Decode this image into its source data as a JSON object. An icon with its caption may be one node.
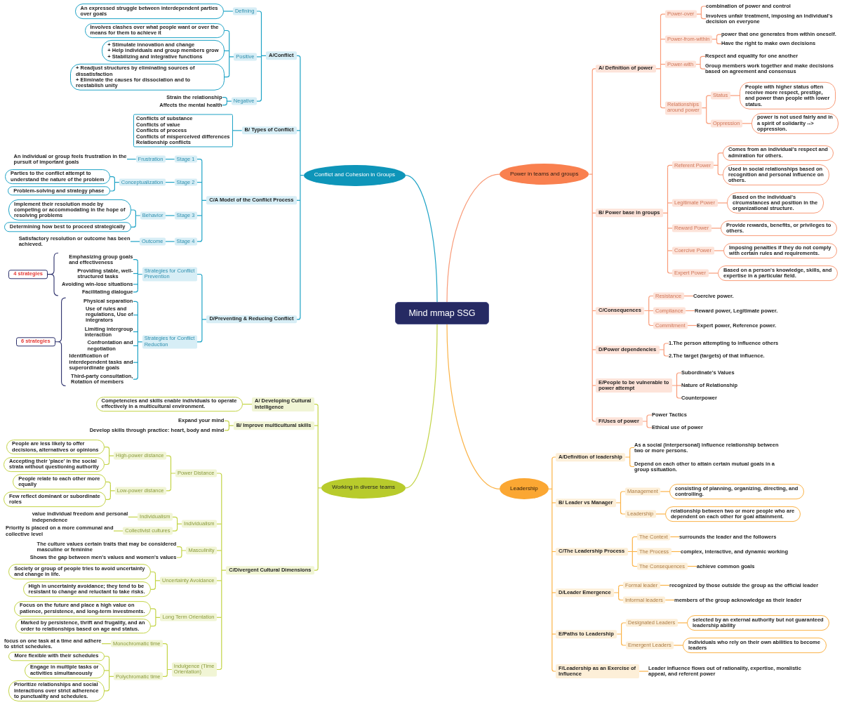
{
  "diagram": {
    "nodes": [
      {
        "text": [
          "Mind mmap SSG"
        ]
      },
      {
        "text": [
          "Conflict and Cohesion in Groups"
        ]
      },
      {
        "text": [
          "A/Conflict"
        ]
      },
      {
        "text": [
          "Defining"
        ]
      },
      {
        "text": [
          "An expressed struggle between interdependent parties over goals"
        ]
      },
      {
        "text": [
          "Positive"
        ]
      },
      {
        "text": [
          "Involves clashes over what people want or over the means for them to achieve it"
        ]
      },
      {
        "text": [
          "+ Stimulate innovation and change",
          "+ Help individuals and group members grow",
          "+ Stabilizing and integrative functions"
        ]
      },
      {
        "text": [
          "+ Readjust structures by eliminating sources of dissatisfaction",
          "+ Eliminate the causes for dissociation and to reestablish unity"
        ]
      },
      {
        "text": [
          "Negative"
        ]
      },
      {
        "text": [
          "Strain the relationship"
        ]
      },
      {
        "text": [
          "Affects the mental health"
        ]
      },
      {
        "text": [
          "B/ Types of Conflict"
        ]
      },
      {
        "text": [
          "Conflicts of substance",
          "Conflicts of value",
          "Conflicts of process",
          "Conflicts of misperceived differences",
          "Relationship conflicts"
        ]
      },
      {
        "text": [
          "C/A Model of the Conflict Process"
        ]
      },
      {
        "text": [
          "Stage 1"
        ]
      },
      {
        "text": [
          "Frustration"
        ]
      },
      {
        "text": [
          "An individual or group feels frustration in the pursuit of important goals"
        ]
      },
      {
        "text": [
          "Stage 2"
        ]
      },
      {
        "text": [
          "Conceptualization"
        ]
      },
      {
        "text": [
          "Parties to the conflict attempt to understand the nature of the problem"
        ]
      },
      {
        "text": [
          "Problem-solving and strategy phase"
        ]
      },
      {
        "text": [
          "Stage 3"
        ]
      },
      {
        "text": [
          "Behavior"
        ]
      },
      {
        "text": [
          "Implement their resolution mode by competing or accommodating in the hope of resolving problems"
        ]
      },
      {
        "text": [
          "Determining how best to proceed strategically"
        ]
      },
      {
        "text": [
          "Stage 4"
        ]
      },
      {
        "text": [
          "Outcome"
        ]
      },
      {
        "text": [
          "Satisfactory resolution or outcome has been achieved."
        ]
      },
      {
        "text": [
          "D/Preventing & Reducing Conflict"
        ]
      },
      {
        "text": [
          "Strategies for Conflict Prevention"
        ]
      },
      {
        "text": [
          "Emphasizing group goals and effectiveness"
        ]
      },
      {
        "text": [
          "Providing stable, well-structured tasks"
        ]
      },
      {
        "text": [
          "Avoiding win-lose situations"
        ]
      },
      {
        "text": [
          "Facilitating dialogue"
        ]
      },
      {
        "text": [
          "Strategies for Conflict Reduction"
        ]
      },
      {
        "text": [
          "Physical separation"
        ]
      },
      {
        "text": [
          "Use of rules and regulations, Use of integrators"
        ]
      },
      {
        "text": [
          "Limiting intergroup interaction"
        ]
      },
      {
        "text": [
          "Confrontation and negotiation"
        ]
      },
      {
        "text": [
          "Identification of interdependent tasks and superordinate goals"
        ]
      },
      {
        "text": [
          "Third-party consultation, Rotation of members"
        ]
      },
      {
        "text": [
          "4 strategies"
        ]
      },
      {
        "text": [
          "6 strategies"
        ]
      },
      {
        "text": [
          "Power in teams and groups"
        ]
      },
      {
        "text": [
          "A/ Definition of power"
        ]
      },
      {
        "text": [
          "Power-over"
        ]
      },
      {
        "text": [
          "combination of power and control"
        ]
      },
      {
        "text": [
          "Involves unfair treatment, imposing an individual's decision on everyone"
        ]
      },
      {
        "text": [
          "Power-from-within"
        ]
      },
      {
        "text": [
          "power that one generates from within oneself."
        ]
      },
      {
        "text": [
          "Have the right to make own decisions"
        ]
      },
      {
        "text": [
          "Power-with"
        ]
      },
      {
        "text": [
          "Respect and equality for one another"
        ]
      },
      {
        "text": [
          "Group members work together and make decisions based on agreement and consensus"
        ]
      },
      {
        "text": [
          "Relationships around power"
        ]
      },
      {
        "text": [
          "Status"
        ]
      },
      {
        "text": [
          "People with higher status often receive more respect, prestige, and power than people with lower status."
        ]
      },
      {
        "text": [
          "Oppression"
        ]
      },
      {
        "text": [
          "power is not used fairly and in a spirit of solidarity --> oppression."
        ]
      },
      {
        "text": [
          "B/ Power base in groups"
        ]
      },
      {
        "text": [
          "Referent Power"
        ]
      },
      {
        "text": [
          "Comes from an individual's respect and admiration for others."
        ]
      },
      {
        "text": [
          "Used in social relationships based on recognition and personal influence on others."
        ]
      },
      {
        "text": [
          "Legitimate Power"
        ]
      },
      {
        "text": [
          "Based on the individual's circumstances and position in the organizational structure."
        ]
      },
      {
        "text": [
          "Reward Power"
        ]
      },
      {
        "text": [
          "Provide rewards, benefits, or privileges to others."
        ]
      },
      {
        "text": [
          "Coercive Power"
        ]
      },
      {
        "text": [
          "Imposing penalties if they do not comply with certain rules and requirements."
        ]
      },
      {
        "text": [
          "Expert Power"
        ]
      },
      {
        "text": [
          "Based on a person's knowledge, skills, and expertise in a particular field."
        ]
      },
      {
        "text": [
          "C/Consequences"
        ]
      },
      {
        "text": [
          "Resistance"
        ]
      },
      {
        "text": [
          "Coercive power."
        ]
      },
      {
        "text": [
          "Compliance"
        ]
      },
      {
        "text": [
          "Reward power, Legitimate power."
        ]
      },
      {
        "text": [
          "Commitment"
        ]
      },
      {
        "text": [
          "Expert power, Reference power."
        ]
      },
      {
        "text": [
          "D/Power dependencies"
        ]
      },
      {
        "text": [
          "1.The person attempting to influence others"
        ]
      },
      {
        "text": [
          "2.The target (targets) of that influence."
        ]
      },
      {
        "text": [
          "E/People to be vulnerable to power attempt"
        ]
      },
      {
        "text": [
          "Subordinate's Values"
        ]
      },
      {
        "text": [
          "Nature of Relationship"
        ]
      },
      {
        "text": [
          "Counterpower"
        ]
      },
      {
        "text": [
          "F/Uses of power"
        ]
      },
      {
        "text": [
          "Power Tactics"
        ]
      },
      {
        "text": [
          "Ethical use of power"
        ]
      },
      {
        "text": [
          "Leadership"
        ]
      },
      {
        "text": [
          "A/Definition of leadership"
        ]
      },
      {
        "text": [
          "As a social (interpersonal) influence relationship between two or more persons."
        ]
      },
      {
        "text": [
          "Depend on each other to attain certain mutual goals in a group ssituation."
        ]
      },
      {
        "text": [
          "B/ Leader vs Manager"
        ]
      },
      {
        "text": [
          "Management"
        ]
      },
      {
        "text": [
          "consisting of planning, organizing, directing, and controlling."
        ]
      },
      {
        "text": [
          "Leadership"
        ]
      },
      {
        "text": [
          "relationship between two or more people who are dependent on each other for goal attainment."
        ]
      },
      {
        "text": [
          "C/The Leadership Process"
        ]
      },
      {
        "text": [
          "The Context"
        ]
      },
      {
        "text": [
          "surrounds the leader and the followers"
        ]
      },
      {
        "text": [
          "The Process"
        ]
      },
      {
        "text": [
          "complex, interactive, and dynamic working"
        ]
      },
      {
        "text": [
          "The Consequences"
        ]
      },
      {
        "text": [
          "achieve common goals"
        ]
      },
      {
        "text": [
          "D/Leader Emergence"
        ]
      },
      {
        "text": [
          "Formal leader"
        ]
      },
      {
        "text": [
          "recognized by those outside the group as the official leader"
        ]
      },
      {
        "text": [
          "Informal leaders"
        ]
      },
      {
        "text": [
          "members of the group acknowledge as their leader"
        ]
      },
      {
        "text": [
          "E/Paths to Leadership"
        ]
      },
      {
        "text": [
          "Designated Leaders"
        ]
      },
      {
        "text": [
          "selected by an external authority but not guaranteed leadership ability"
        ]
      },
      {
        "text": [
          "Emergent Leaders"
        ]
      },
      {
        "text": [
          "Individuals who rely on their own abilities to become leaders"
        ]
      },
      {
        "text": [
          "F/Leadership as an Exercise of Influence"
        ]
      },
      {
        "text": [
          "Leader influence flows out of rationality, expertise, moralistic appeal, and referent power"
        ]
      },
      {
        "text": [
          "Working in diverse teams"
        ]
      },
      {
        "text": [
          "A/ Developing Cultural Intelligence"
        ]
      },
      {
        "text": [
          "Competencies and skills enable individuals to operate effectively in a multicultural environment."
        ]
      },
      {
        "text": [
          "B/ Improve multicultural skills"
        ]
      },
      {
        "text": [
          "Expand your mind"
        ]
      },
      {
        "text": [
          "Develop skills through practice: heart, body and mind"
        ]
      },
      {
        "text": [
          "C/Divergent Cultural Dimensions"
        ]
      },
      {
        "text": [
          "Power Distance"
        ]
      },
      {
        "text": [
          "High-power distance"
        ]
      },
      {
        "text": [
          "People are less likely to offer decisions, alternatives or opinions"
        ]
      },
      {
        "text": [
          "Accepting their 'place' in the social strata without questioning authority"
        ]
      },
      {
        "text": [
          "Low-power distance"
        ]
      },
      {
        "text": [
          "People relate to each other more equally"
        ]
      },
      {
        "text": [
          "Few reflect dominant or subordinate roles"
        ]
      },
      {
        "text": [
          "Individualism"
        ]
      },
      {
        "text": [
          "Individualism"
        ]
      },
      {
        "text": [
          "value individual freedom and personal independence"
        ]
      },
      {
        "text": [
          "Collectivist cultures"
        ]
      },
      {
        "text": [
          "Priority is placed on a more communal and collective level"
        ]
      },
      {
        "text": [
          "Masculinity"
        ]
      },
      {
        "text": [
          "The culture values certain traits that may be considered masculine or feminine"
        ]
      },
      {
        "text": [
          "Shows the gap between men's values and women's values"
        ]
      },
      {
        "text": [
          "Uncertainty Avoidance"
        ]
      },
      {
        "text": [
          "Society or group of people tries to avoid uncertainty and change in life."
        ]
      },
      {
        "text": [
          "High in uncertainty avoidance; they tend to be resistant to change and reluctant to take risks."
        ]
      },
      {
        "text": [
          "Long Term Orientation"
        ]
      },
      {
        "text": [
          "Focus on the future and place a high value on patience, persistence, and long-term investments."
        ]
      },
      {
        "text": [
          "Marked by persistence, thrift and frugality, and an order to relationships based on age and status."
        ]
      },
      {
        "text": [
          "Indulgence (Time Orientation)"
        ]
      },
      {
        "text": [
          "Monochromatic time"
        ]
      },
      {
        "text": [
          "focus on one task at a time and adhere to strict schedules."
        ]
      },
      {
        "text": [
          "Polychromatic time"
        ]
      },
      {
        "text": [
          "More flexible with their schedules"
        ]
      },
      {
        "text": [
          "Engage in multiple tasks or activities simultaneously"
        ]
      },
      {
        "text": [
          "Prioritize relationships and social interactions over strict adherence to punctuality and schedules."
        ]
      }
    ],
    "edges": [
      {
        "from": 0,
        "to": 1,
        "arrow": "none",
        "color": "#1ea3c6"
      },
      {
        "from": 0,
        "to": 44,
        "arrow": "none"
      },
      {
        "from": 0,
        "to": 89,
        "arrow": "none",
        "color": "#fbb347"
      },
      {
        "from": 0,
        "to": 117,
        "arrow": "none",
        "color": "#c3d446"
      },
      {
        "from": 1,
        "to": 2,
        "arrow": "none",
        "color": "#1ea3c6"
      },
      {
        "from": 1,
        "to": 12,
        "arrow": "none",
        "color": "#1ea3c6"
      },
      {
        "from": 1,
        "to": 14,
        "arrow": "none",
        "color": "#1ea3c6"
      },
      {
        "from": 1,
        "to": 29,
        "arrow": "none",
        "color": "#1ea3c6"
      },
      {
        "from": 2,
        "to": 3,
        "arrow": "none",
        "color": "#1ea3c6"
      },
      {
        "from": 3,
        "to": 4,
        "arrow": "none",
        "color": "#1ea3c6"
      },
      {
        "from": 2,
        "to": 5,
        "arrow": "none",
        "color": "#1ea3c6"
      },
      {
        "from": 5,
        "to": 6,
        "arrow": "none",
        "color": "#1ea3c6"
      },
      {
        "from": 5,
        "to": 7,
        "arrow": "none",
        "color": "#1ea3c6"
      },
      {
        "from": 5,
        "to": 8,
        "arrow": "none",
        "color": "#1ea3c6"
      },
      {
        "from": 2,
        "to": 9,
        "arrow": "none",
        "color": "#1ea3c6"
      },
      {
        "from": 9,
        "to": 10,
        "arrow": "none",
        "color": "#1ea3c6"
      },
      {
        "from": 9,
        "to": 11,
        "arrow": "none",
        "color": "#1ea3c6"
      },
      {
        "from": 12,
        "to": 13,
        "arrow": "none",
        "color": "#1ea3c6"
      },
      {
        "from": 14,
        "to": 15,
        "arrow": "none",
        "color": "#1ea3c6"
      },
      {
        "from": 15,
        "to": 16,
        "arrow": "none",
        "color": "#1ea3c6"
      },
      {
        "from": 16,
        "to": 17,
        "arrow": "none",
        "color": "#1ea3c6"
      },
      {
        "from": 14,
        "to": 18,
        "arrow": "none",
        "color": "#1ea3c6"
      },
      {
        "from": 18,
        "to": 19,
        "arrow": "none",
        "color": "#1ea3c6"
      },
      {
        "from": 19,
        "to": 20,
        "arrow": "none",
        "color": "#1ea3c6"
      },
      {
        "from": 19,
        "to": 21,
        "arrow": "none",
        "color": "#1ea3c6"
      },
      {
        "from": 14,
        "to": 22,
        "arrow": "none",
        "color": "#1ea3c6"
      },
      {
        "from": 22,
        "to": 23,
        "arrow": "none",
        "color": "#1ea3c6"
      },
      {
        "from": 23,
        "to": 24,
        "arrow": "none",
        "color": "#1ea3c6"
      },
      {
        "from": 23,
        "to": 25,
        "arrow": "none",
        "color": "#1ea3c6"
      },
      {
        "from": 14,
        "to": 26,
        "arrow": "none",
        "color": "#1ea3c6"
      },
      {
        "from": 26,
        "to": 27,
        "arrow": "none",
        "color": "#1ea3c6"
      },
      {
        "from": 27,
        "to": 28,
        "arrow": "none",
        "color": "#1ea3c6"
      },
      {
        "from": 29,
        "to": 30,
        "arrow": "none",
        "color": "#1ea3c6"
      },
      {
        "from": 30,
        "to": 31,
        "arrow": "none",
        "color": "#1ea3c6"
      },
      {
        "from": 30,
        "to": 32,
        "arrow": "none",
        "color": "#1ea3c6"
      },
      {
        "from": 30,
        "to": 33,
        "arrow": "none",
        "color": "#1ea3c6"
      },
      {
        "from": 30,
        "to": 34,
        "arrow": "none",
        "color": "#1ea3c6"
      },
      {
        "from": 29,
        "to": 35,
        "arrow": "none",
        "color": "#1ea3c6"
      },
      {
        "from": 35,
        "to": 36,
        "arrow": "none",
        "color": "#1ea3c6"
      },
      {
        "from": 35,
        "to": 37,
        "arrow": "none",
        "color": "#1ea3c6"
      },
      {
        "from": 35,
        "to": 38,
        "arrow": "none",
        "color": "#1ea3c6"
      },
      {
        "from": 35,
        "to": 39,
        "arrow": "none",
        "color": "#1ea3c6"
      },
      {
        "from": 35,
        "to": 40,
        "arrow": "none",
        "color": "#1ea3c6"
      },
      {
        "from": 35,
        "to": 41,
        "arrow": "none",
        "color": "#1ea3c6"
      },
      {
        "from": 44,
        "to": 45,
        "arrow": "none"
      },
      {
        "from": 45,
        "to": 46,
        "arrow": "none"
      },
      {
        "from": 46,
        "to": 47,
        "arrow": "none"
      },
      {
        "from": 46,
        "to": 48,
        "arrow": "none"
      },
      {
        "from": 45,
        "to": 49,
        "arrow": "none"
      },
      {
        "from": 49,
        "to": 50,
        "arrow": "none"
      },
      {
        "from": 49,
        "to": 51,
        "arrow": "none"
      },
      {
        "from": 45,
        "to": 52,
        "arrow": "none"
      },
      {
        "from": 52,
        "to": 53,
        "arrow": "none"
      },
      {
        "from": 52,
        "to": 54,
        "arrow": "none"
      },
      {
        "from": 45,
        "to": 55,
        "arrow": "none"
      },
      {
        "from": 55,
        "to": 56,
        "arrow": "none"
      },
      {
        "from": 56,
        "to": 57,
        "arrow": "none"
      },
      {
        "from": 55,
        "to": 58,
        "arrow": "none"
      },
      {
        "from": 58,
        "to": 59,
        "arrow": "none"
      },
      {
        "from": 44,
        "to": 60,
        "arrow": "none"
      },
      {
        "from": 60,
        "to": 61,
        "arrow": "none"
      },
      {
        "from": 61,
        "to": 62,
        "arrow": "none"
      },
      {
        "from": 61,
        "to": 63,
        "arrow": "none"
      },
      {
        "from": 60,
        "to": 64,
        "arrow": "none"
      },
      {
        "from": 64,
        "to": 65,
        "arrow": "none"
      },
      {
        "from": 60,
        "to": 66,
        "arrow": "none"
      },
      {
        "from": 66,
        "to": 67,
        "arrow": "none"
      },
      {
        "from": 60,
        "to": 68,
        "arrow": "none"
      },
      {
        "from": 68,
        "to": 69,
        "arrow": "none"
      },
      {
        "from": 60,
        "to": 70,
        "arrow": "none"
      },
      {
        "from": 70,
        "to": 71,
        "arrow": "none"
      },
      {
        "from": 44,
        "to": 72,
        "arrow": "none"
      },
      {
        "from": 72,
        "to": 73,
        "arrow": "none"
      },
      {
        "from": 73,
        "to": 74,
        "arrow": "none"
      },
      {
        "from": 72,
        "to": 75,
        "arrow": "none"
      },
      {
        "from": 75,
        "to": 76,
        "arrow": "none"
      },
      {
        "from": 72,
        "to": 77,
        "arrow": "none"
      },
      {
        "from": 77,
        "to": 78,
        "arrow": "none"
      },
      {
        "from": 44,
        "to": 79,
        "arrow": "none"
      },
      {
        "from": 79,
        "to": 80,
        "arrow": "none"
      },
      {
        "from": 79,
        "to": 81,
        "arrow": "none"
      },
      {
        "from": 44,
        "to": 82,
        "arrow": "none"
      },
      {
        "from": 82,
        "to": 83,
        "arrow": "none"
      },
      {
        "from": 82,
        "to": 84,
        "arrow": "none"
      },
      {
        "from": 82,
        "to": 85,
        "arrow": "none"
      },
      {
        "from": 44,
        "to": 86,
        "arrow": "none"
      },
      {
        "from": 86,
        "to": 87,
        "arrow": "none"
      },
      {
        "from": 86,
        "to": 88,
        "arrow": "none"
      },
      {
        "from": 89,
        "to": 90,
        "arrow": "none",
        "color": "#fbb347"
      },
      {
        "from": 90,
        "to": 91,
        "arrow": "none",
        "color": "#fbb347"
      },
      {
        "from": 90,
        "to": 92,
        "arrow": "none",
        "color": "#fbb347"
      },
      {
        "from": 89,
        "to": 93,
        "arrow": "none",
        "color": "#fbb347"
      },
      {
        "from": 93,
        "to": 94,
        "arrow": "none",
        "color": "#fbb347"
      },
      {
        "from": 94,
        "to": 95,
        "arrow": "none",
        "color": "#fbb347"
      },
      {
        "from": 93,
        "to": 96,
        "arrow": "none",
        "color": "#fbb347"
      },
      {
        "from": 96,
        "to": 97,
        "arrow": "none",
        "color": "#fbb347"
      },
      {
        "from": 89,
        "to": 98,
        "arrow": "none",
        "color": "#fbb347"
      },
      {
        "from": 98,
        "to": 99,
        "arrow": "none",
        "color": "#fbb347"
      },
      {
        "from": 99,
        "to": 100,
        "arrow": "none",
        "color": "#fbb347"
      },
      {
        "from": 98,
        "to": 101,
        "arrow": "none",
        "color": "#fbb347"
      },
      {
        "from": 101,
        "to": 102,
        "arrow": "none",
        "color": "#fbb347"
      },
      {
        "from": 98,
        "to": 103,
        "arrow": "none",
        "color": "#fbb347"
      },
      {
        "from": 103,
        "to": 104,
        "arrow": "none",
        "color": "#fbb347"
      },
      {
        "from": 89,
        "to": 105,
        "arrow": "none",
        "color": "#fbb347"
      },
      {
        "from": 105,
        "to": 106,
        "arrow": "none",
        "color": "#fbb347"
      },
      {
        "from": 106,
        "to": 107,
        "arrow": "none",
        "color": "#fbb347"
      },
      {
        "from": 105,
        "to": 108,
        "arrow": "none",
        "color": "#fbb347"
      },
      {
        "from": 108,
        "to": 109,
        "arrow": "none",
        "color": "#fbb347"
      },
      {
        "from": 89,
        "to": 110,
        "arrow": "none",
        "color": "#fbb347"
      },
      {
        "from": 110,
        "to": 111,
        "arrow": "none",
        "color": "#fbb347"
      },
      {
        "from": 111,
        "to": 112,
        "arrow": "none",
        "color": "#fbb347"
      },
      {
        "from": 110,
        "to": 113,
        "arrow": "none",
        "color": "#fbb347"
      },
      {
        "from": 113,
        "to": 114,
        "arrow": "none",
        "color": "#fbb347"
      },
      {
        "from": 89,
        "to": 115,
        "arrow": "none",
        "color": "#fbb347"
      },
      {
        "from": 115,
        "to": 116,
        "arrow": "none",
        "color": "#fbb347"
      },
      {
        "from": 117,
        "to": 118,
        "arrow": "none",
        "color": "#c3d446"
      },
      {
        "from": 118,
        "to": 119,
        "arrow": "none",
        "color": "#c3d446"
      },
      {
        "from": 117,
        "to": 120,
        "arrow": "none",
        "color": "#c3d446"
      },
      {
        "from": 120,
        "to": 121,
        "arrow": "none",
        "color": "#c3d446"
      },
      {
        "from": 120,
        "to": 122,
        "arrow": "none",
        "color": "#c3d446"
      },
      {
        "from": 117,
        "to": 123,
        "arrow": "none",
        "color": "#c3d446"
      },
      {
        "from": 123,
        "to": 124,
        "arrow": "none",
        "color": "#c3d446"
      },
      {
        "from": 124,
        "to": 125,
        "arrow": "none",
        "color": "#c3d446"
      },
      {
        "from": 125,
        "to": 126,
        "arrow": "none",
        "color": "#c3d446"
      },
      {
        "from": 125,
        "to": 127,
        "arrow": "none",
        "color": "#c3d446"
      },
      {
        "from": 124,
        "to": 128,
        "arrow": "none",
        "color": "#c3d446"
      },
      {
        "from": 128,
        "to": 129,
        "arrow": "none",
        "color": "#c3d446"
      },
      {
        "from": 128,
        "to": 130,
        "arrow": "none",
        "color": "#c3d446"
      },
      {
        "from": 123,
        "to": 131,
        "arrow": "none",
        "color": "#c3d446"
      },
      {
        "from": 131,
        "to": 132,
        "arrow": "none",
        "color": "#c3d446"
      },
      {
        "from": 132,
        "to": 133,
        "arrow": "none",
        "color": "#c3d446"
      },
      {
        "from": 131,
        "to": 134,
        "arrow": "none",
        "color": "#c3d446"
      },
      {
        "from": 134,
        "to": 135,
        "arrow": "none",
        "color": "#c3d446"
      },
      {
        "from": 123,
        "to": 136,
        "arrow": "none",
        "color": "#c3d446"
      },
      {
        "from": 136,
        "to": 137,
        "arrow": "none",
        "color": "#c3d446"
      },
      {
        "from": 136,
        "to": 138,
        "arrow": "none",
        "color": "#c3d446"
      },
      {
        "from": 123,
        "to": 139,
        "arrow": "none",
        "color": "#c3d446"
      },
      {
        "from": 139,
        "to": 140,
        "arrow": "none",
        "color": "#c3d446"
      },
      {
        "from": 139,
        "to": 141,
        "arrow": "none",
        "color": "#c3d446"
      },
      {
        "from": 123,
        "to": 142,
        "arrow": "none",
        "color": "#c3d446"
      },
      {
        "from": 142,
        "to": 143,
        "arrow": "none",
        "color": "#c3d446"
      },
      {
        "from": 142,
        "to": 144,
        "arrow": "none",
        "color": "#c3d446"
      },
      {
        "from": 123,
        "to": 145,
        "arrow": "none",
        "color": "#c3d446"
      },
      {
        "from": 145,
        "to": 146,
        "arrow": "none",
        "color": "#c3d446"
      },
      {
        "from": 146,
        "to": 147,
        "arrow": "none",
        "color": "#c3d446"
      },
      {
        "from": 145,
        "to": 148,
        "arrow": "none",
        "color": "#c3d446"
      },
      {
        "from": 148,
        "to": 149,
        "arrow": "none",
        "color": "#c3d446"
      },
      {
        "from": 148,
        "to": 150,
        "arrow": "none",
        "color": "#c3d446"
      },
      {
        "from": 148,
        "to": 151,
        "arrow": "none",
        "color": "#c3d446"
      }
    ]
  }
}
